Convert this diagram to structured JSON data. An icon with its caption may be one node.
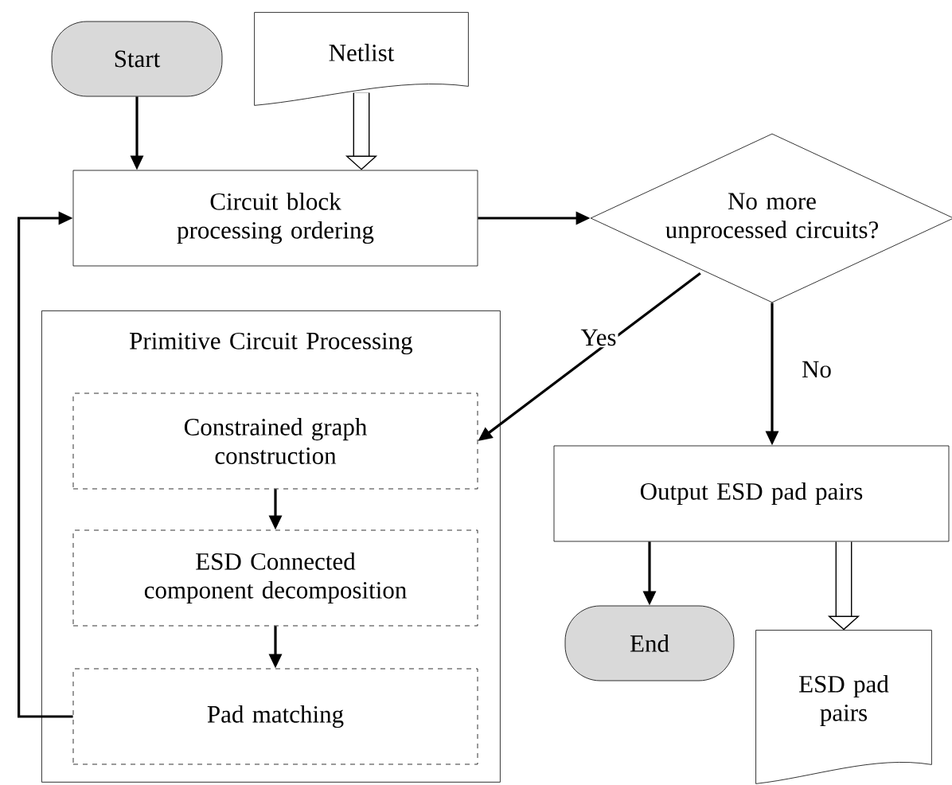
{
  "diagram": {
    "nodes": [
      {
        "text": [
          "Start"
        ]
      },
      {
        "text": [
          "Netlist"
        ]
      },
      {
        "text": [
          "Circuit block processing ordering"
        ]
      },
      {
        "text": [
          "No more unprocessed circuits?"
        ]
      },
      {
        "text": [
          "Primitive Circuit Processing"
        ]
      },
      {
        "text": [
          "Constrained graph construction"
        ],
        "in": 4
      },
      {
        "text": [
          "ESD Connected component decomposition"
        ],
        "in": 4
      },
      {
        "text": [
          "Pad matching"
        ],
        "in": 4
      },
      {
        "text": [
          "Output ESD pad pairs"
        ]
      },
      {
        "text": [
          "End"
        ]
      },
      {
        "text": [
          "ESD pad pairs"
        ]
      }
    ],
    "edges": [
      {
        "from": 0,
        "to": 2,
        "arrow": "to"
      },
      {
        "from": 1,
        "to": 2,
        "arrow": "to",
        "style": "thick"
      },
      {
        "from": 2,
        "to": 3,
        "arrow": "to"
      },
      {
        "from": 3,
        "to": 5,
        "arrow": "to",
        "label": "Yes"
      },
      {
        "from": 3,
        "to": 8,
        "arrow": "to",
        "label": "No"
      },
      {
        "from": 5,
        "to": 6,
        "arrow": "to"
      },
      {
        "from": 6,
        "to": 7,
        "arrow": "to"
      },
      {
        "from": 7,
        "to": 2,
        "arrow": "to"
      },
      {
        "from": 8,
        "to": 9,
        "arrow": "to"
      },
      {
        "from": 8,
        "to": 10,
        "arrow": "to",
        "style": "thick"
      }
    ]
  }
}
